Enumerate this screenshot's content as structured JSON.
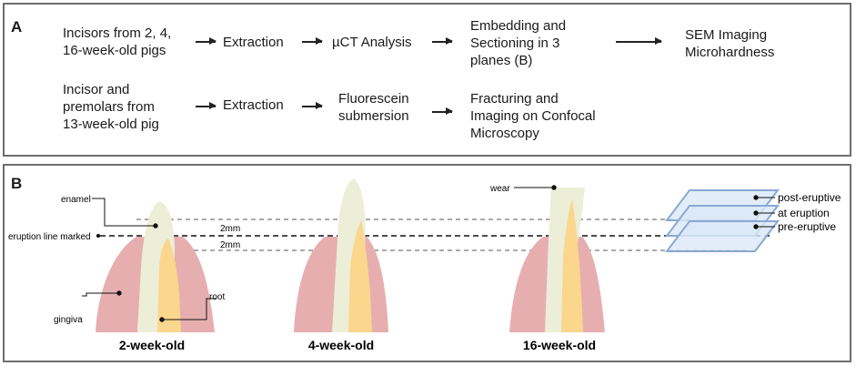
{
  "panel_a": {
    "label": "A",
    "row1": [
      "Incisors from 2, 4,\n16-week-old pigs",
      "Extraction",
      "µCT Analysis",
      "Embedding and\nSectioning in 3\nplanes (B)",
      "SEM Imaging\nMicrohardness"
    ],
    "row2": [
      "Incisor and\npremolars from\n13-week-old pig",
      "Extraction",
      "Fluorescein\nsubmersion",
      "Fracturing and\nImaging on Confocal\nMicroscopy"
    ]
  },
  "panel_b": {
    "label": "B",
    "labels": {
      "enamel": "enamel",
      "eruption_line": "eruption line marked",
      "gingiva": "gingiva",
      "root": "root",
      "wear": "wear",
      "spacing_top": "2mm",
      "spacing_bottom": "2mm",
      "post_eruptive": "post-eruptive",
      "at_eruption": "at eruption",
      "pre_eruptive": "pre-eruptive"
    },
    "ages": [
      "2-week-old",
      "4-week-old",
      "16-week-old"
    ]
  },
  "colors": {
    "gingiva": "#e7aeb0",
    "enamel": "#eceed8",
    "dentin": "#fbd68d",
    "plane_fill": "#dbe8f7",
    "plane_stroke": "#8aa9d3"
  }
}
